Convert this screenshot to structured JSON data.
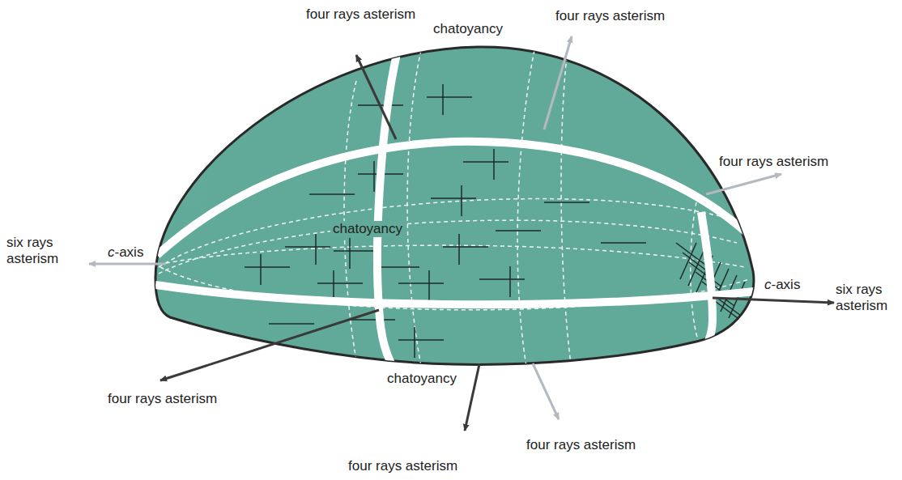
{
  "diagram": {
    "labels": [
      "four rays asterism",
      "four rays asterism",
      "chatoyancy",
      "four rays asterism",
      "c-axis",
      "six rays asterism",
      "chatoyancy",
      "c-axis",
      "six rays asterism",
      "four rays asterism",
      "chatoyancy",
      "four rays asterism",
      "four rays asterism"
    ]
  }
}
